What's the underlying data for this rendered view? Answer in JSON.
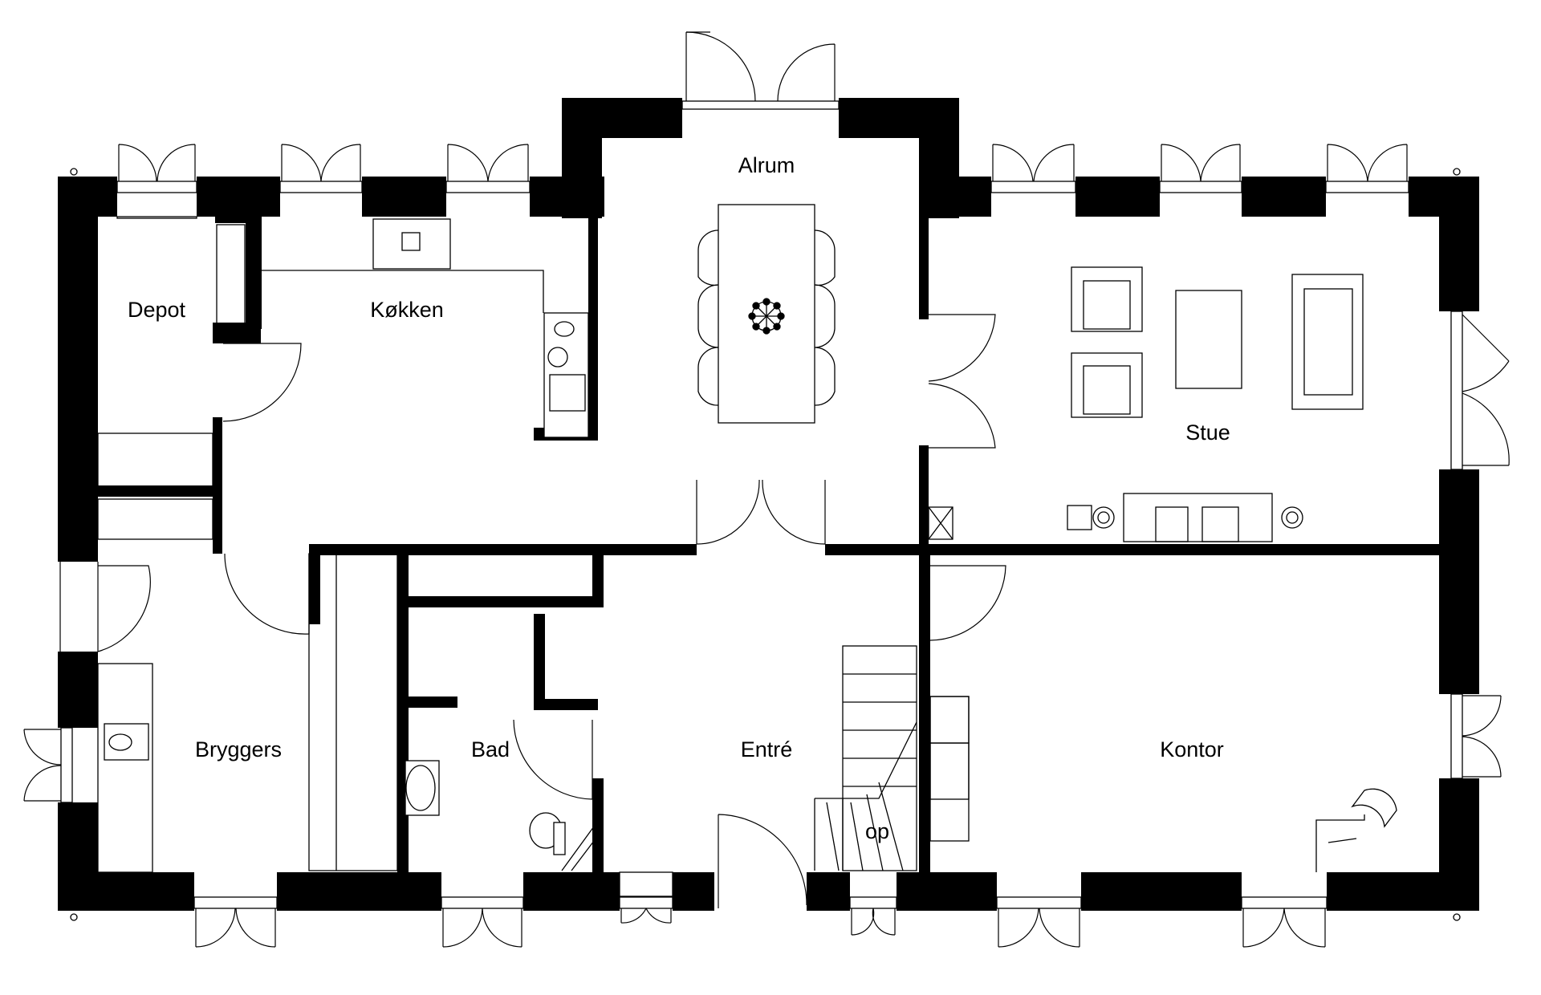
{
  "rooms": {
    "depot": "Depot",
    "kokken": "Køkken",
    "alrum": "Alrum",
    "stue": "Stue",
    "bryggers": "Bryggers",
    "bad": "Bad",
    "entre": "Entré",
    "kontor": "Kontor",
    "stair": "op"
  }
}
